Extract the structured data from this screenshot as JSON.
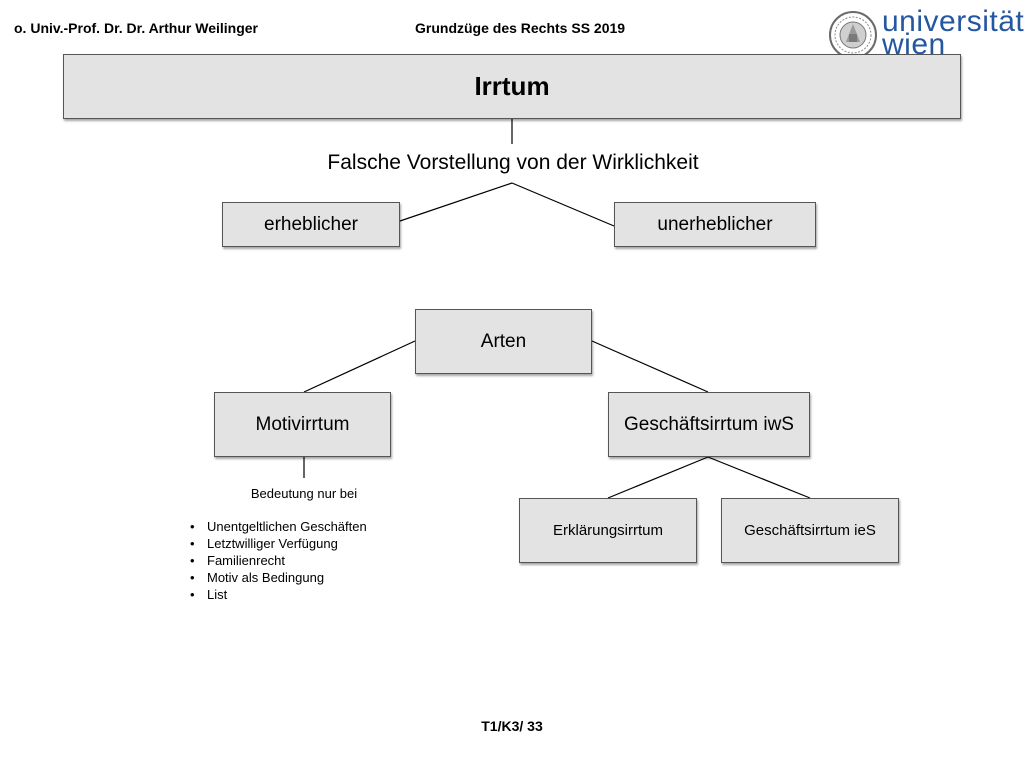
{
  "header": {
    "left": "o. Univ.-Prof. Dr. Dr. Arthur Weilinger",
    "center": "Grundzüge des Rechts SS 2019",
    "logo_line1": "universität",
    "logo_line2": "wien"
  },
  "diagram": {
    "title": "Irrtum",
    "subtitle": "Falsche Vorstellung von der Wirklichkeit",
    "erheblicher": "erheblicher",
    "unerheblicher": "unerheblicher",
    "arten": "Arten",
    "motivirrtum": "Motivirrtum",
    "geschaeftsirrtum_iws": "Geschäftsirrtum iwS",
    "erklaerungsirrtum": "Erklärungsirrtum",
    "geschaeftsirrtum_ies": "Geschäftsirrtum ieS",
    "bedeutung": "Bedeutung nur bei",
    "bullets": [
      "Unentgeltlichen Geschäften",
      "Letztwilliger Verfügung",
      "Familienrecht",
      "Motiv als Bedingung",
      "List"
    ]
  },
  "footer": {
    "page_number": "T1/K3/ 33"
  },
  "colors": {
    "box_fill": "#e3e3e3",
    "logo_blue": "#2457a0"
  }
}
